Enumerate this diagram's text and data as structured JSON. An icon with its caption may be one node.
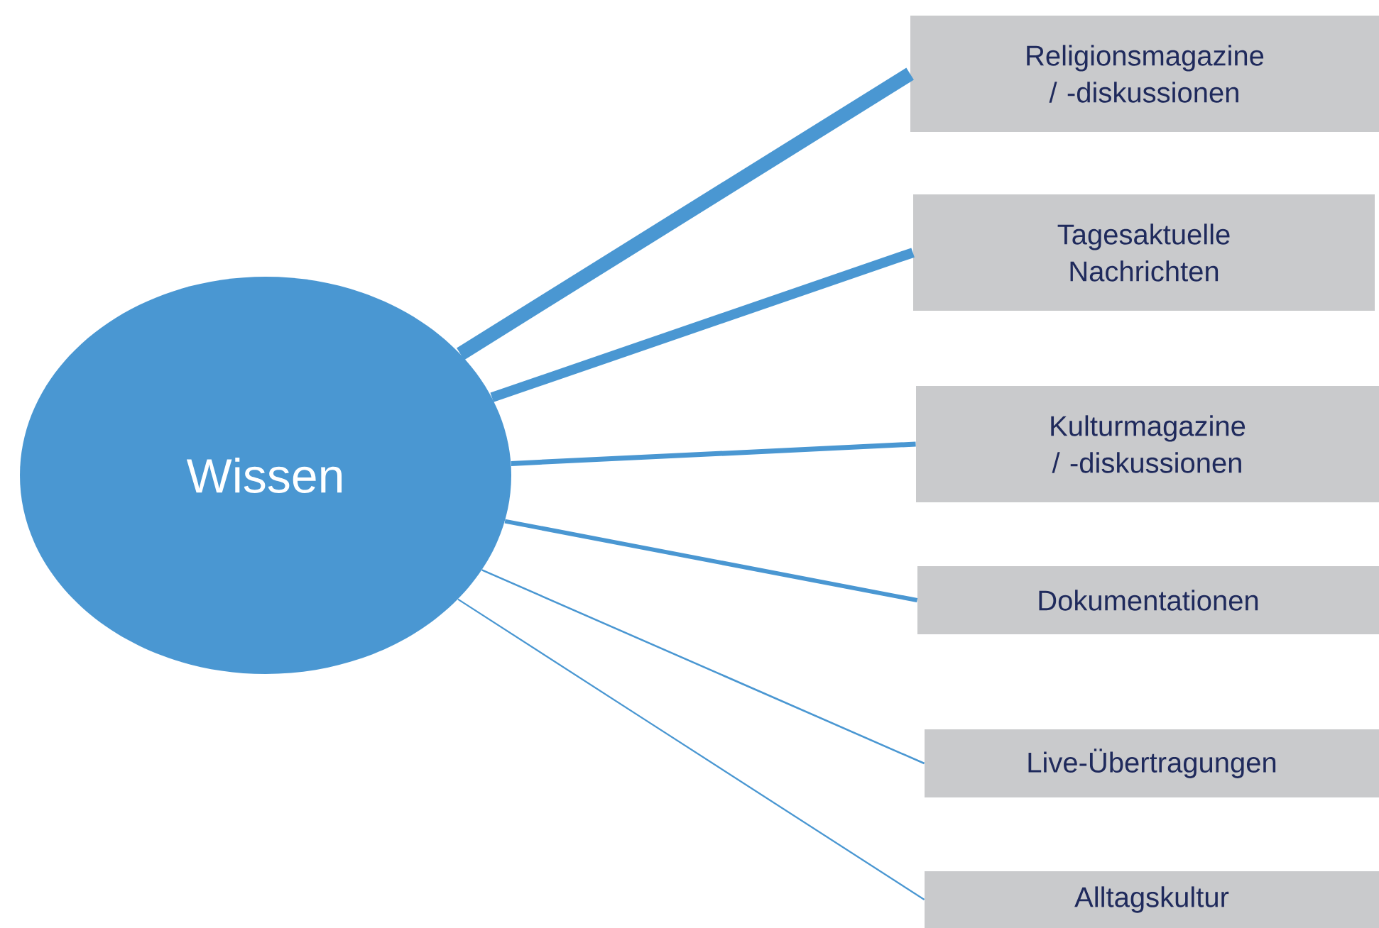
{
  "diagram": {
    "nodes": [
      {
        "text": [
          "Wissen"
        ]
      },
      {
        "text": [
          "Religionsmagazine / -diskussionen"
        ]
      },
      {
        "text": [
          "Tagesaktuelle Nachrichten"
        ]
      },
      {
        "text": [
          "Kulturmagazine / -diskussionen"
        ]
      },
      {
        "text": [
          "Dokumentationen"
        ]
      },
      {
        "text": [
          "Live-Übertragungen"
        ]
      },
      {
        "text": [
          "Alltagskultur"
        ]
      }
    ],
    "edges": [
      {
        "from": 0,
        "to": 1,
        "arrow": "none",
        "style": "thick"
      },
      {
        "from": 0,
        "to": 2,
        "arrow": "none",
        "style": "thick"
      },
      {
        "from": 0,
        "to": 3,
        "arrow": "none"
      },
      {
        "from": 0,
        "to": 4,
        "arrow": "none"
      },
      {
        "from": 0,
        "to": 5,
        "arrow": "none"
      },
      {
        "from": 0,
        "to": 6,
        "arrow": "none"
      }
    ]
  }
}
